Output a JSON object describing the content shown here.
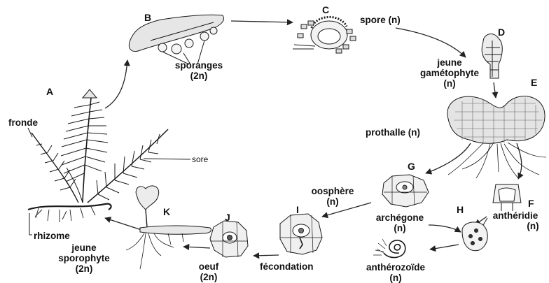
{
  "stages": {
    "A": {
      "letter": "A"
    },
    "B": {
      "letter": "B"
    },
    "C": {
      "letter": "C"
    },
    "D": {
      "letter": "D"
    },
    "E": {
      "letter": "E"
    },
    "F": {
      "letter": "F"
    },
    "G": {
      "letter": "G"
    },
    "H": {
      "letter": "H"
    },
    "I": {
      "letter": "I"
    },
    "J": {
      "letter": "J"
    },
    "K": {
      "letter": "K"
    }
  },
  "labels": {
    "fronde": "fronde",
    "sore": "sore",
    "rhizome": "rhizome",
    "sporanges_1": "sporanges",
    "sporanges_2": "(2n)",
    "spore": "spore (n)",
    "jeune_gam_1": "jeune",
    "jeune_gam_2": "gamétophyte",
    "jeune_gam_3": "(n)",
    "prothalle": "prothalle (n)",
    "oosphere_1": "oosphère",
    "oosphere_2": "(n)",
    "archegone_1": "archégone",
    "archegone_2": "(n)",
    "antheridie_1": "anthéridie",
    "antheridie_2": "(n)",
    "antherozoide_1": "anthérozoïde",
    "antherozoide_2": "(n)",
    "fecondation": "fécondation",
    "oeuf_1": "oeuf",
    "oeuf_2": "(2n)",
    "jeune_spo_1": "jeune",
    "jeune_spo_2": "sporophyte",
    "jeune_spo_3": "(2n)"
  }
}
